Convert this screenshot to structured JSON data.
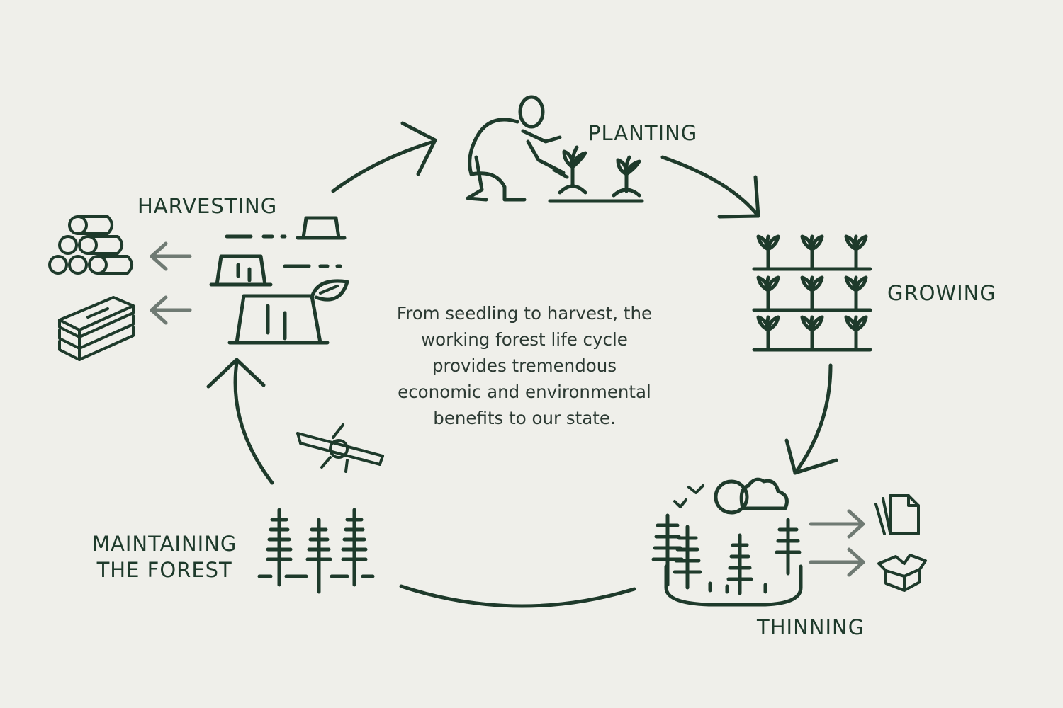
{
  "stages": {
    "planting": "PLANTING",
    "growing": "GROWING",
    "thinning": "THINNING",
    "maintaining_line1": "MAINTAINING",
    "maintaining_line2": "THE FOREST",
    "harvesting": "HARVESTING"
  },
  "center_text": {
    "line1": "From seedling to harvest, the",
    "line2": "working forest life cycle",
    "line3": "provides tremendous",
    "line4": "economic and environmental",
    "line5": "benefits to our state."
  },
  "colors": {
    "background": "#efefea",
    "ink": "#1e3a2b",
    "secondary_arrow": "#6f7a73"
  },
  "icons": [
    "planter-person-icon",
    "seedling-icon",
    "seedling-grid-icon",
    "tree-stand-icon",
    "cloud-sun-icon",
    "birds-icon",
    "paper-stack-icon",
    "cardboard-box-icon",
    "pine-trees-icon",
    "crop-duster-plane-icon",
    "tree-stump-icon",
    "log-pile-icon",
    "lumber-stack-icon"
  ]
}
